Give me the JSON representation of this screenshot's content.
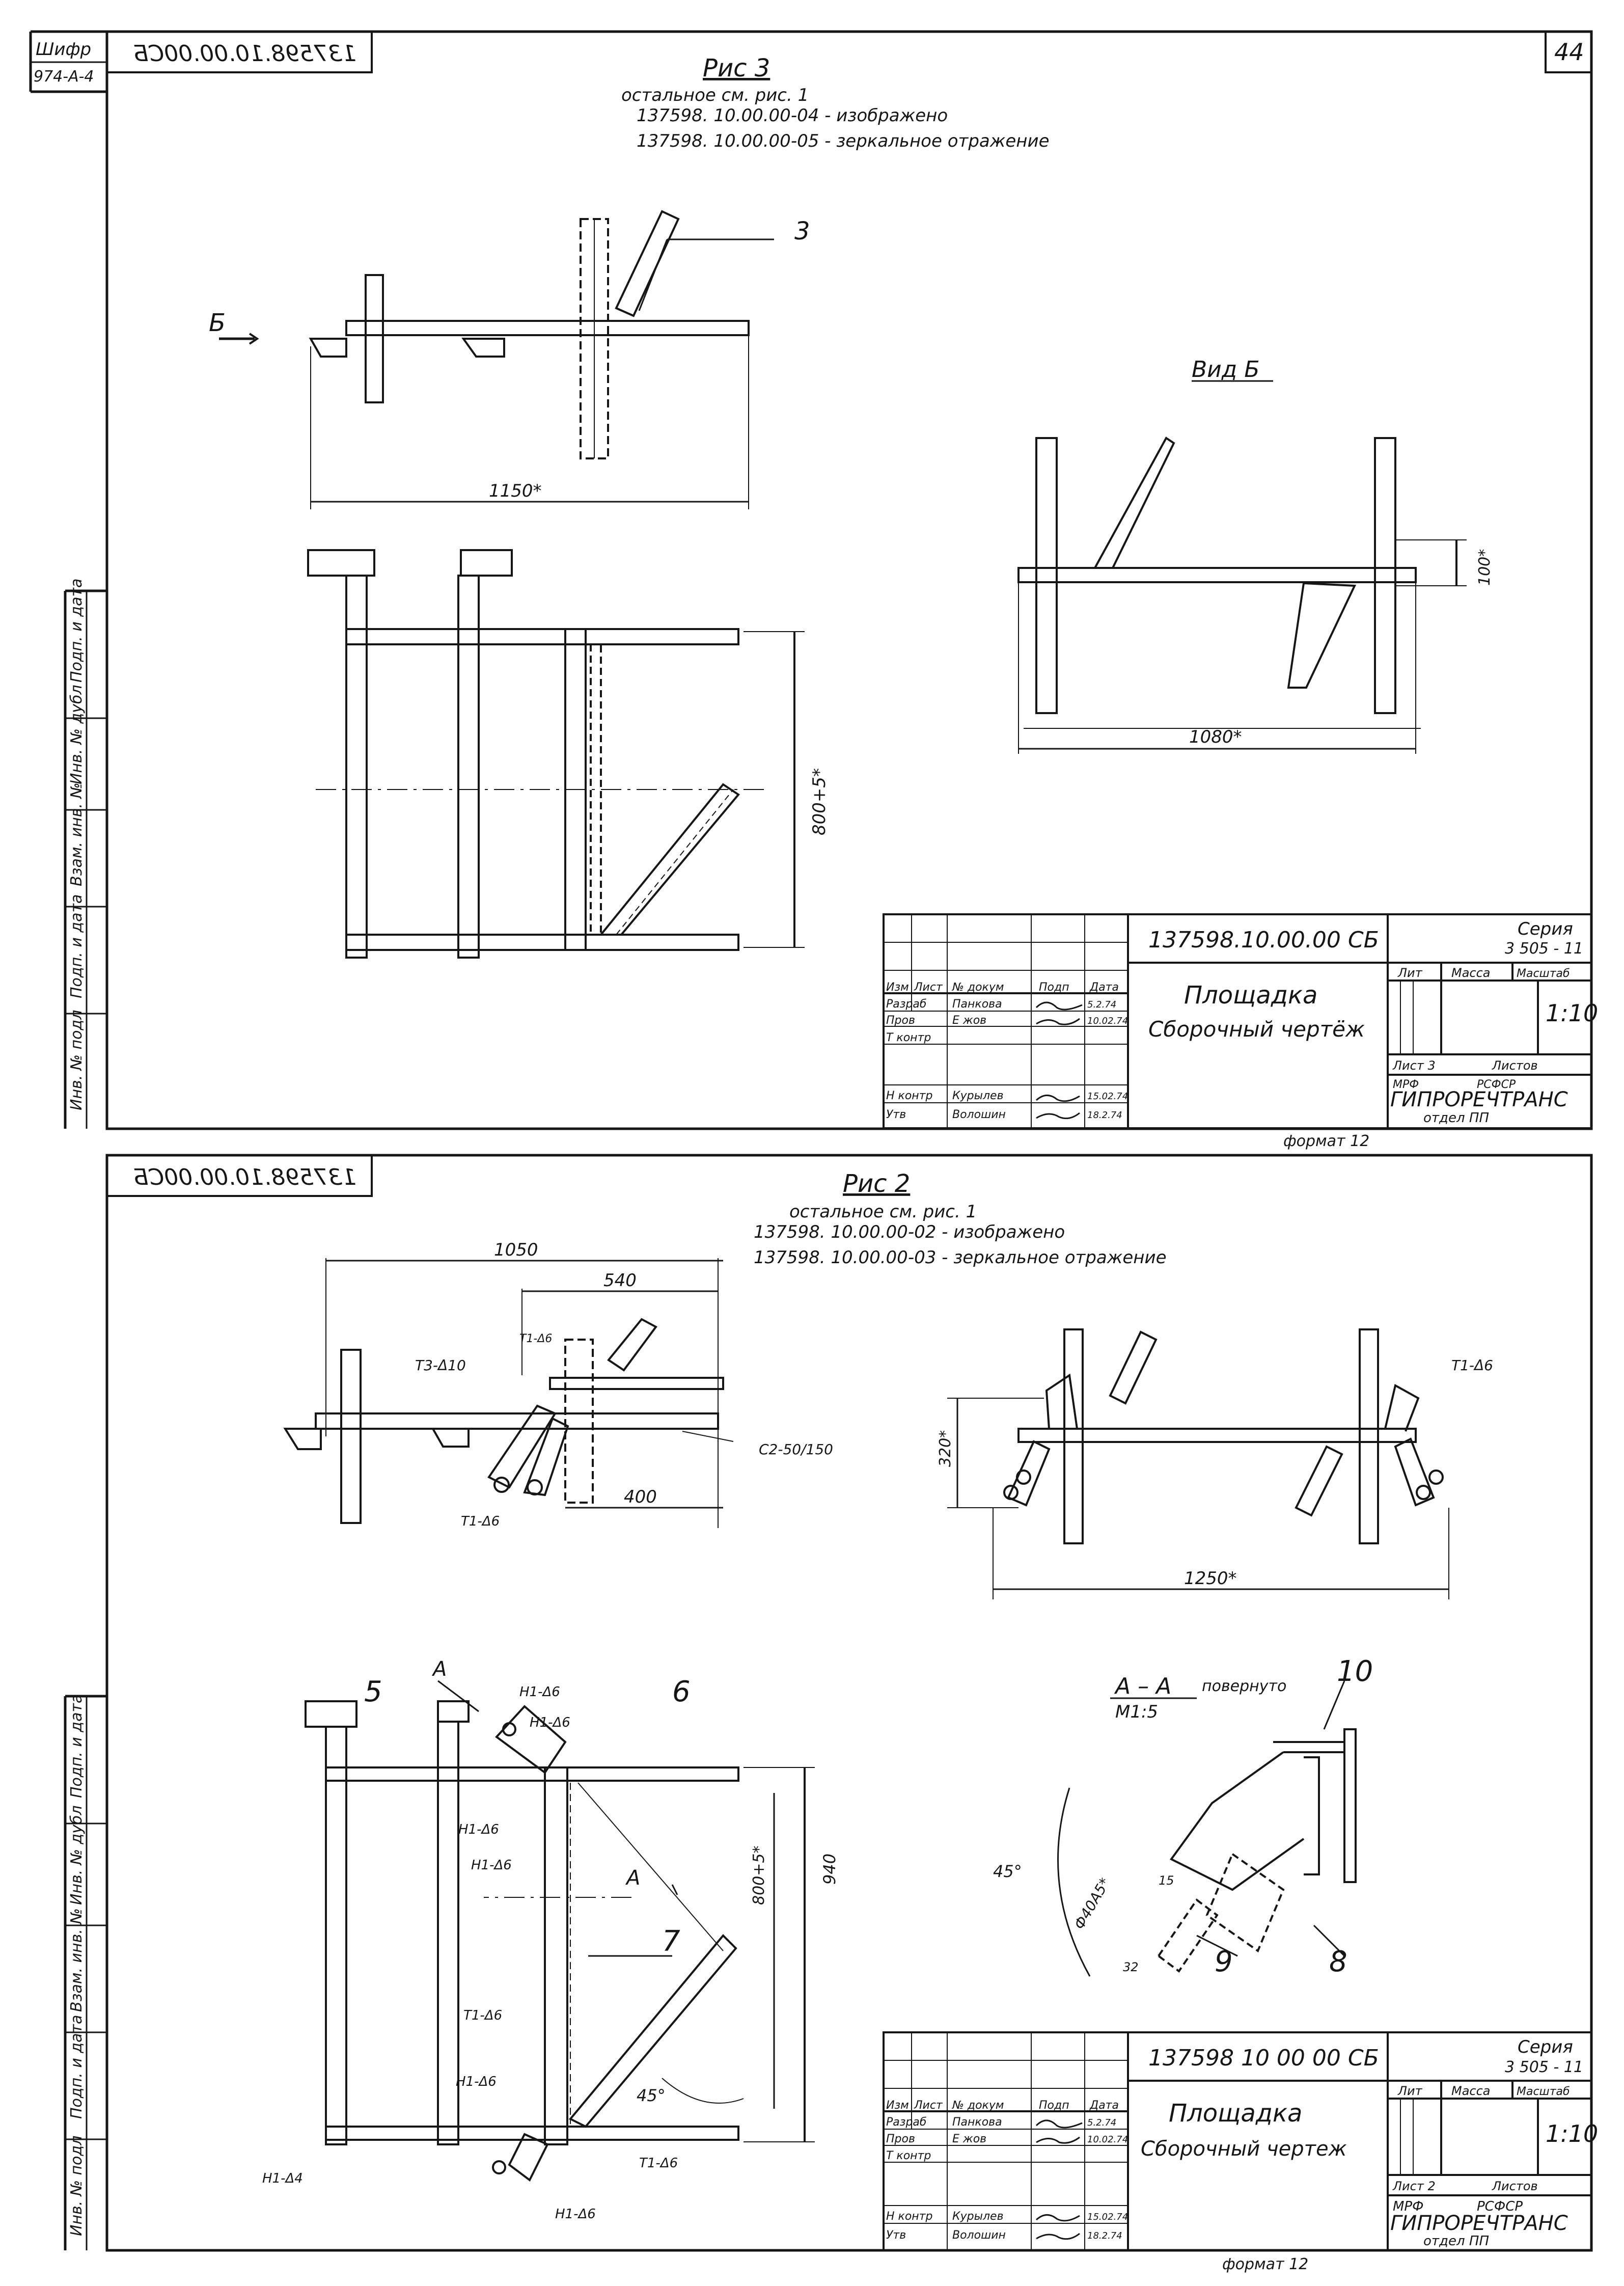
{
  "sheet_code": "Шифр",
  "sheet_code_value": "974-А-4",
  "page_number": "44",
  "sheet1": {
    "stamp": "137598.10.00.00СБ",
    "figure_title": "Рис 3",
    "note_1": "остальное см. рис. 1",
    "note_2": "137598. 10.00.00-04 - изображено",
    "note_3": "137598. 10.00.00-05 - зеркальное отражение",
    "view_arrow": "Б",
    "view_b_title": "Вид Б",
    "callout_3": "3",
    "dim_1150": "1150*",
    "dim_800": "800+5*",
    "dim_1080": "1080*",
    "dim_100": "100*"
  },
  "sheet2": {
    "stamp": "137598.10.00.00СБ",
    "figure_title": "Рис 2",
    "note_1": "остальное см. рис. 1",
    "note_2": "137598. 10.00.00-02 - изображено",
    "note_3": "137598. 10.00.00-03 - зеркальное отражение",
    "dim_1050": "1050",
    "dim_540": "540",
    "dim_400": "400",
    "dim_320": "320*",
    "dim_1250": "1250*",
    "dim_940": "940",
    "dim_800": "800+5*",
    "angle_45a": "45°",
    "angle_45b": "45°",
    "weld_t3": "Т3-Δ10",
    "weld_t1_top": "Т1-Δ6",
    "weld_t1_low": "Т1-Δ6",
    "weld_t1_right": "Т1-Δ6",
    "profile": "С2-50/150",
    "section_letter": "А",
    "section_letter_2": "А",
    "section_title": "А – А",
    "section_rotated": "повернуто",
    "section_scale": "М1:5",
    "hole_dim": "Ф40А5*",
    "dim_15": "15",
    "dim_32": "32",
    "callouts": {
      "c5": "5",
      "c6": "6",
      "c7": "7",
      "c8": "8",
      "c9": "9",
      "c10": "10"
    },
    "welds_plan": [
      "Н1-Δ6",
      "Н1-Δ6",
      "Н1-Δ6",
      "Н1-Δ6",
      "Т1-Δ6",
      "Н1-Δ6",
      "Т1-Δ6",
      "Н1-Δ6",
      "Н1-Δ4"
    ]
  },
  "title_block": {
    "doc_1": "137598.10.00.00 СБ",
    "doc_2": "137598 10 00 00 СБ",
    "series_label": "Серия",
    "series_1": "3 505 - 11",
    "series_2": "3 505 - 11",
    "name": "Площадка",
    "desc_1": "Сборочный чертёж",
    "desc_2": "Сборочный чертеж",
    "col_lit": "Лит",
    "col_mass": "Масса",
    "col_scale": "Масштаб",
    "scale": "1:10",
    "sheet_1": "Лист 3",
    "sheet_2": "Лист 2",
    "sheets_label": "Листов",
    "org_1": "МРФ",
    "org_2": "РСФСР",
    "org_3": "ГИПРОРЕЧТРАНС",
    "dept": "отдел ПП",
    "hdr_izm": "Изм",
    "hdr_list": "Лист",
    "hdr_doc": "№ докум",
    "hdr_sign": "Подп",
    "hdr_date": "Дата",
    "row_razrab": "Разраб",
    "row_prov": "Пров",
    "row_tkontr": "Т контр",
    "row_nkontr": "Н контр",
    "row_utv": "Утв",
    "n_razrab": "Панкова",
    "n_prov": "Е жов",
    "n_nkontr": "Курылев",
    "n_utv": "Волошин",
    "d_razrab": "5.2.74",
    "d_prov": "10.02.74",
    "d_nkontr": "15.02.74",
    "d_utv": "18.2.74",
    "format_1": "формат 12",
    "format_2": "формат 12"
  },
  "margin_labels": [
    "Подп. и дата",
    "Инв. № дубл",
    "Взам. инв. №",
    "Подп. и дата",
    "Инв. № подл"
  ]
}
